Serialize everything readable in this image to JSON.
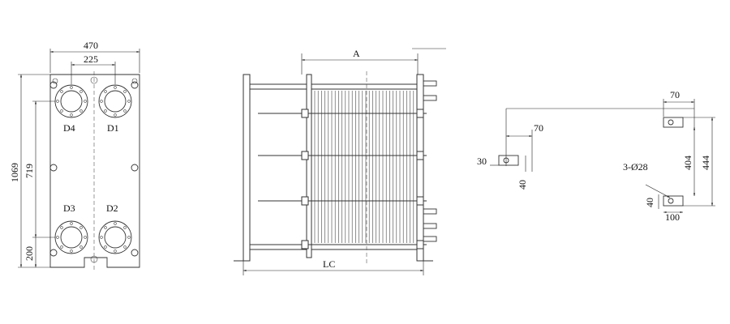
{
  "front_view": {
    "dim_width_outer": "470",
    "dim_width_inner": "225",
    "dim_height_total": "1069",
    "dim_height_ports": "719",
    "dim_height_bottom": "200",
    "port_labels": [
      "D4",
      "D1",
      "D3",
      "D2"
    ]
  },
  "side_view": {
    "dim_a": "A",
    "dim_lc": "LC"
  },
  "foot_detail": {
    "dim_70_top": "70",
    "dim_70_mid": "70",
    "dim_30": "30",
    "dim_40_left": "40",
    "dim_404": "404",
    "dim_444": "444",
    "dim_holes": "3-Ø28",
    "dim_40_right": "40",
    "dim_100": "100"
  }
}
